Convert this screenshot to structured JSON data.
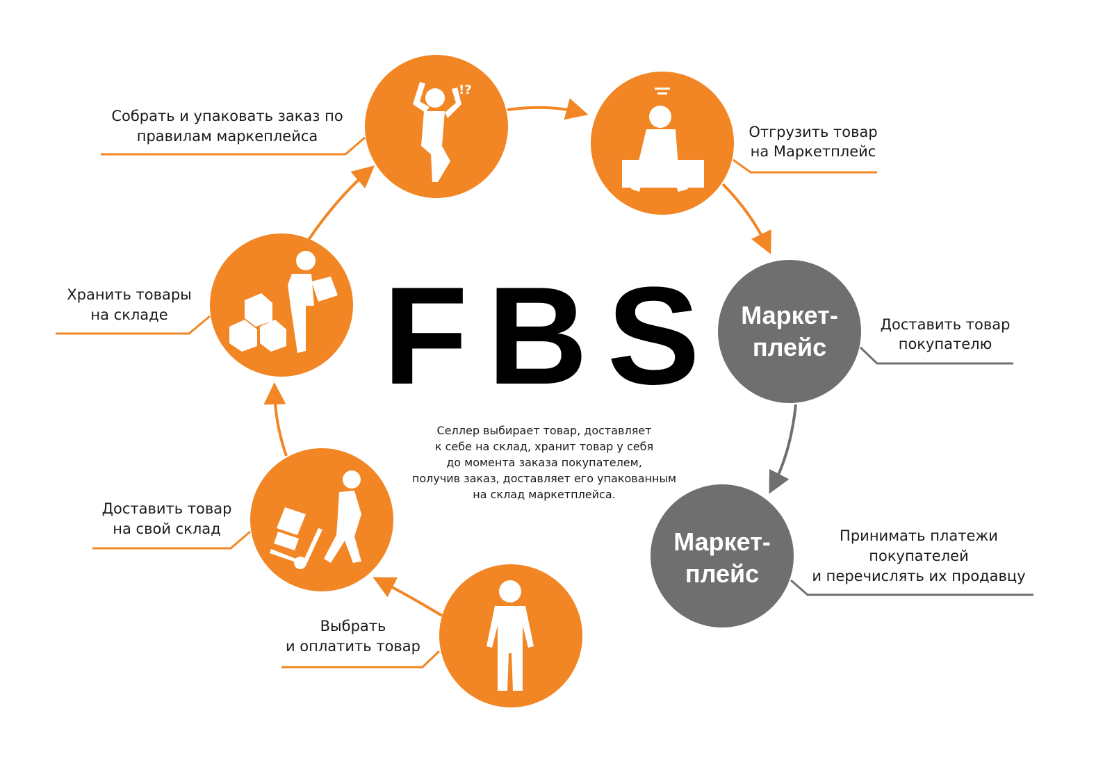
{
  "title": "FBS",
  "colors": {
    "orange": "#F28524",
    "grey": "#6F6F6F"
  },
  "description": [
    "Селлер выбирает товар, доставляет",
    "к себе на склад, хранит товар у себя",
    "до момента заказа покупателем,",
    "получив заказ, доставляет его упакованным",
    "на склад маркетплейса."
  ],
  "steps": [
    {
      "icon": "confused-person-icon",
      "label": [
        "Собрать и упаковать заказ по",
        "правилам маркеплейса"
      ]
    },
    {
      "icon": "tired-sitting-person-icon",
      "label": [
        "Отгрузить товар",
        "на Маркетплейс"
      ]
    },
    {
      "circle_text": [
        "Маркет-",
        "плейс"
      ],
      "label": [
        "Доставить товар",
        "покупателю"
      ]
    },
    {
      "circle_text": [
        "Маркет-",
        "плейс"
      ],
      "label": [
        "Принимать платежи",
        "покупателей",
        "и перечислять их продавцу"
      ]
    },
    {
      "icon": "standing-person-icon",
      "label": [
        "Выбрать",
        "и оплатить товар"
      ]
    },
    {
      "icon": "person-with-trolley-icon",
      "label": [
        "Доставить товар",
        "на свой склад"
      ]
    },
    {
      "icon": "person-with-boxes-icon",
      "label": [
        "Хранить товары",
        "на складе"
      ]
    }
  ]
}
